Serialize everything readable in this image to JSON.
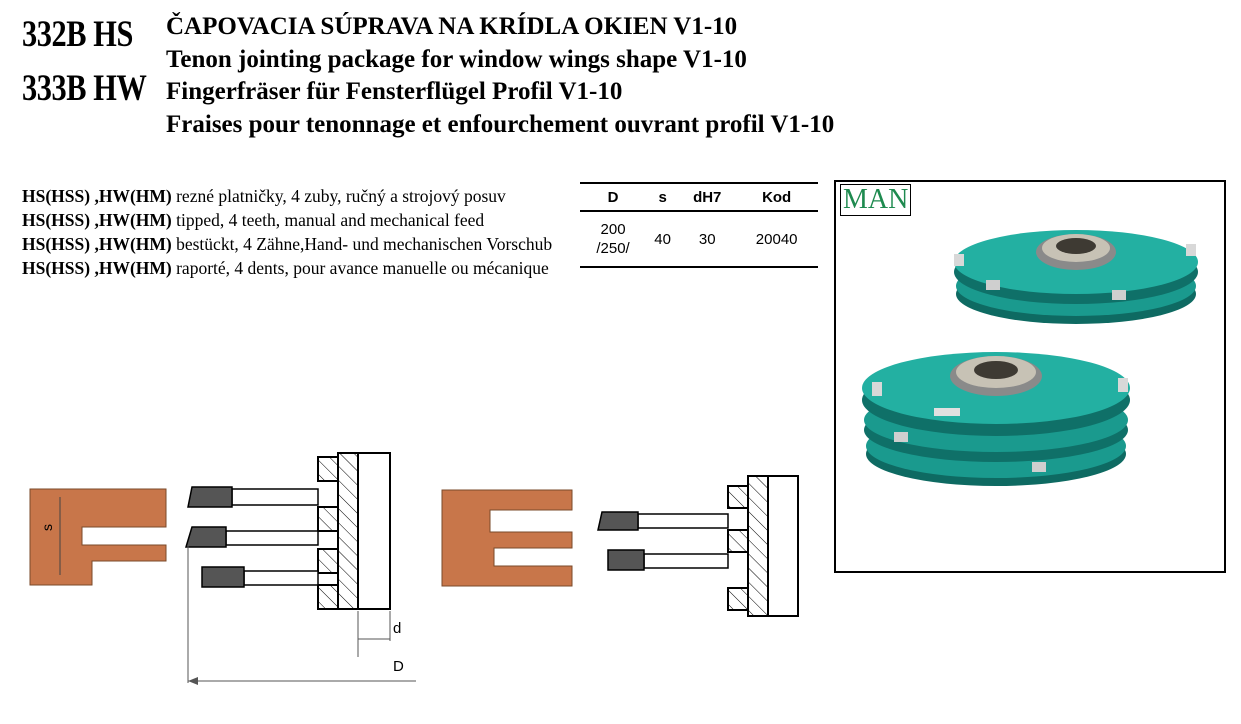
{
  "header": {
    "codes": [
      "332B HS",
      "333B HW"
    ],
    "titles": [
      "ČAPOVACIA SÚPRAVA NA KRÍDLA OKIEN V1-10",
      "Tenon jointing package for window wings shape V1-10",
      "Fingerfräser  für Fensterflügel Profil V1-10",
      "Fraises pour tenonnage et enfourchement ouvrant profil V1-10"
    ]
  },
  "description": [
    {
      "bold": "HS(HSS) ,HW(HM)",
      "text": " rezné platničky, 4 zuby, ručný a strojový posuv"
    },
    {
      "bold": "HS(HSS) ,HW(HM)",
      "text": " tipped, 4 teeth, manual and mechanical feed"
    },
    {
      "bold": "HS(HSS) ,HW(HM)",
      "text": " bestückt, 4 Zähne,Hand- und mechanischen Vorschub"
    },
    {
      "bold": "HS(HSS) ,HW(HM)",
      "text": " raporté, 4 dents, pour avance manuelle ou mécanique"
    }
  ],
  "spec_table": {
    "headers": [
      "D",
      "s",
      "dH7",
      "Kod"
    ],
    "row": {
      "D_line1": "200",
      "D_line2": "/250/",
      "s": "40",
      "dH7": "30",
      "kod": "20040"
    }
  },
  "photo": {
    "label": "MAN",
    "label_color": "#1e8a4f",
    "cutter_color": "#1a9a8e"
  },
  "diagram": {
    "s_label": "s",
    "d_label": "d",
    "D_label": "D",
    "wood_color": "#c8764a"
  }
}
